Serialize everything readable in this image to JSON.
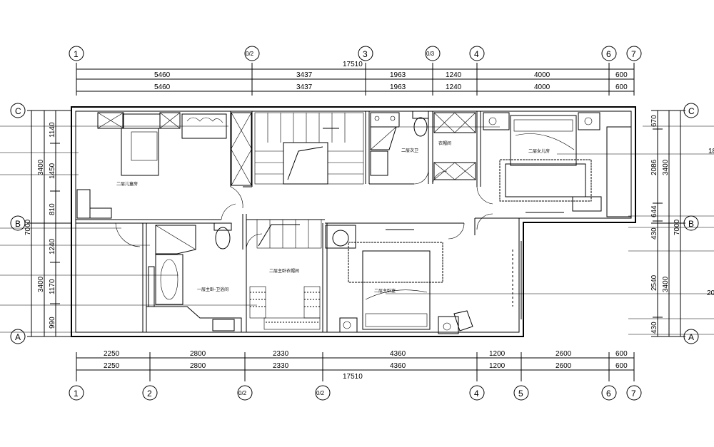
{
  "top_dims": {
    "overall": "17510",
    "row1": [
      "5460",
      "3437",
      "1963",
      "1240",
      "4000",
      "600"
    ],
    "row2": [
      "5460",
      "3437",
      "1963",
      "1240",
      "4000",
      "600"
    ]
  },
  "bottom_dims": {
    "overall": "17510",
    "row1": [
      "2250",
      "2800",
      "2330",
      "4360",
      "1200",
      "2600",
      "600"
    ],
    "row2": [
      "2250",
      "2800",
      "2330",
      "4360",
      "1200",
      "2600",
      "600"
    ]
  },
  "left_dims": {
    "inner": [
      "1140",
      "1450",
      "810",
      "1240",
      "1170",
      "990"
    ],
    "outer": [
      "3400",
      "3400"
    ],
    "overall": "7000"
  },
  "right_dims": {
    "inner": [
      "670",
      "2086",
      "644",
      "430",
      "2540",
      "430"
    ],
    "outer": [
      "3400",
      "3400"
    ],
    "overall": "7000"
  },
  "axes_top": [
    "1",
    "0/2",
    "3",
    "0/3",
    "4",
    "6",
    "7"
  ],
  "axes_bottom": [
    "1",
    "2",
    "0/2",
    "0/2",
    "4",
    "5",
    "6",
    "7"
  ],
  "axes_left": [
    "C",
    "B",
    "A"
  ],
  "axes_right": [
    "C",
    "B",
    "A"
  ],
  "cut_right": [
    "18",
    "20"
  ],
  "rooms": {
    "children_room": "二层儿童房",
    "second_bath": "二层次卫",
    "cloakroom": "衣帽间",
    "daughter_room": "二层女儿房",
    "master_bath": "一层主卧-卫浴间",
    "master_closet": "二层主卧衣帽间",
    "master_bedroom": "二层主卧室"
  }
}
